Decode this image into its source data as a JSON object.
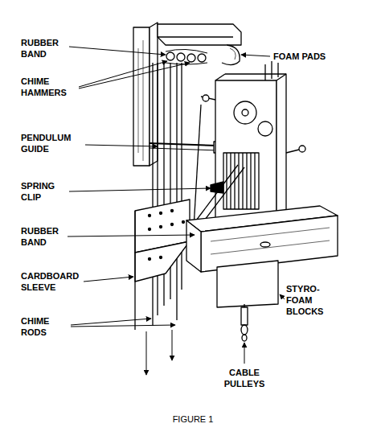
{
  "diagram": {
    "caption": "FIGURE 1",
    "labels": [
      "RUBBER BAND",
      "CHIME HAMMERS",
      "PENDULUM GUIDE",
      "SPRING CLIP",
      "RUBBER BAND",
      "CARDBOARD SLEEVE",
      "CHIME RODS",
      "FOAM PADS",
      "STYRO- FOAM BLOCKS",
      "CABLE PULLEYS"
    ]
  }
}
